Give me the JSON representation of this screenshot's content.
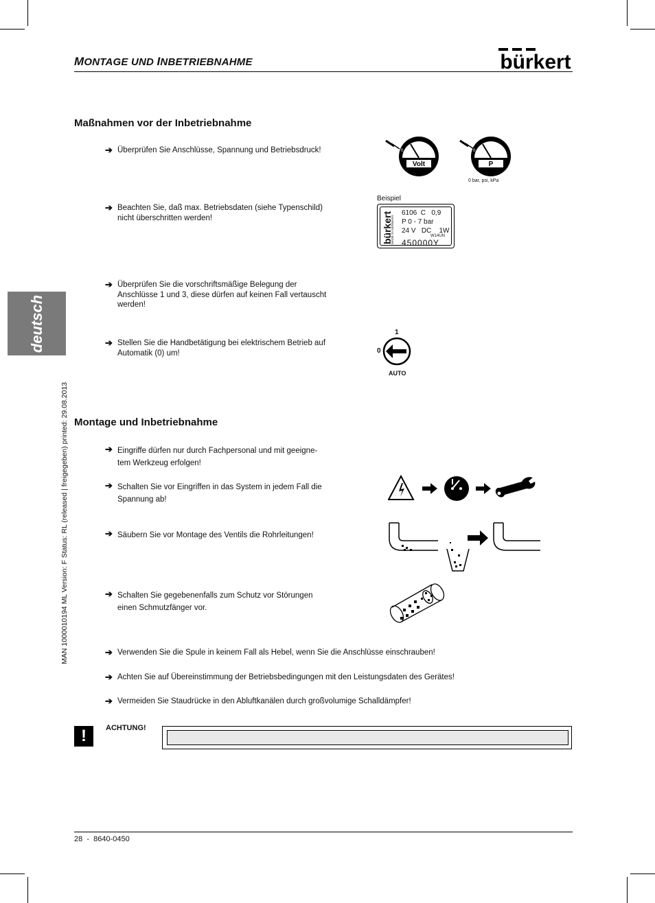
{
  "header": {
    "title_parts": [
      "M",
      "ONTAGE UND ",
      "I",
      "NBETRIEBNAHME"
    ],
    "logo_text": "bürkert"
  },
  "sidebar": {
    "tab_label": "deutsch",
    "vertical_text": "MAN  1000010194  ML  Version: F  Status: RL (released | freigegeben)  printed: 29.08.2013"
  },
  "section1": {
    "title": "Maßnahmen vor der Inbetriebnahme",
    "bullets": [
      "Überprüfen Sie Anschlüsse, Spannung und Betriebsdruck!",
      "Beachten Sie, daß max. Betriebsdaten (siehe Typenschild) nicht überschritten werden!",
      "Überprüfen Sie die vorschriftsmäßige Belegung der Anschlüsse 1 und 3, diese dürfen auf keinen Fall vertauscht werden!",
      "Stellen Sie die Handbetätigung bei elektrischem Betrieb auf Automatik (0) um!"
    ]
  },
  "gauges": {
    "volt_label": "Volt",
    "pressure_label": "P",
    "zero_mark": "0",
    "units_note": "0 bar, psi, kPa"
  },
  "nameplate": {
    "caption": "Beispiel",
    "brand": "bürkert",
    "made_in": "MADE IN GERMANY",
    "line1": "6106  C   0,9",
    "line2": "P 0 - 7 bar",
    "line3": "24 V   DC    1W",
    "code": "W14UN",
    "serial": "450000Y"
  },
  "manual_switch": {
    "pos1": "1",
    "pos0": "0",
    "auto": "AUTO"
  },
  "section2": {
    "title": "Montage und Inbetriebnahme",
    "bullets": [
      "Eingriffe dürfen nur durch Fachpersonal und mit geeigne-tem Werkzeug erfolgen!",
      "Schalten Sie vor Eingriffen in das System in jedem Fall die Spannung ab!",
      "Säubern Sie vor Montage des Ventils die Rohrleitungen!",
      "Schalten Sie gegebenenfalls zum Schutz vor Störungen einen Schmutzfänger vor.",
      "Verwenden Sie die Spule in keinem Fall als Hebel, wenn Sie die Anschlüsse einschrauben!",
      "Achten Sie auf Übereinstimmung der Betriebsbedingungen mit den Leistungsdaten des Gerätes!",
      "Vermeiden Sie Staudrücke in den Abluftkanälen durch großvolumige Schalldämpfer!"
    ]
  },
  "warning": {
    "icon": "!",
    "label": "ACHTUNG!"
  },
  "footer": {
    "page": "28  -  8640-0450"
  }
}
